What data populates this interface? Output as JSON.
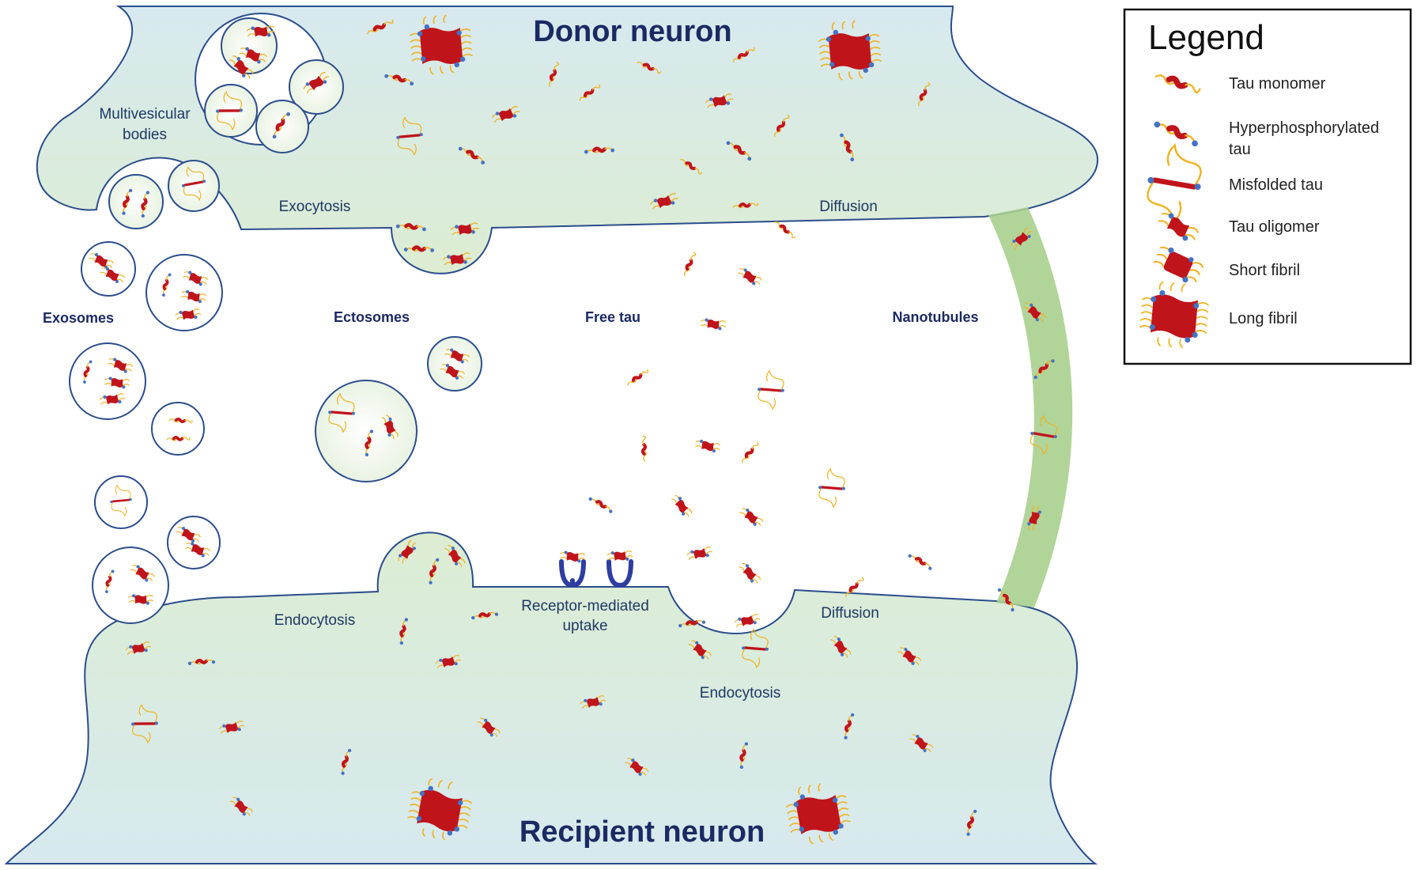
{
  "neurons": {
    "donor": "Donor neuron",
    "recipient": "Recipient neuron"
  },
  "pathways": {
    "exosomes": "Exosomes",
    "ectosomes": "Ectosomes",
    "free_tau": "Free tau",
    "nanotubules": "Nanotubules"
  },
  "processes": {
    "mvb_line1": "Multivesicular",
    "mvb_line2": "bodies",
    "exocytosis": "Exocytosis",
    "diffusion_top": "Diffusion",
    "endocytosis_left": "Endocytosis",
    "receptor_line1": "Receptor-mediated",
    "receptor_line2": "uptake",
    "endocytosis_center": "Endocytosis",
    "diffusion_bottom": "Diffusion"
  },
  "legend": {
    "title": "Legend",
    "items": [
      {
        "label_lines": [
          "Tau monomer"
        ],
        "icon": "tau-monomer"
      },
      {
        "label_lines": [
          "Hyperphosphorylated",
          "tau"
        ],
        "icon": "hyperphosphorylated-tau"
      },
      {
        "label_lines": [
          "Misfolded tau"
        ],
        "icon": "misfolded-tau"
      },
      {
        "label_lines": [
          "Tau oligomer"
        ],
        "icon": "tau-oligomer"
      },
      {
        "label_lines": [
          "Short fibril"
        ],
        "icon": "short-fibril"
      },
      {
        "label_lines": [
          "Long fibril"
        ],
        "icon": "long-fibril"
      }
    ]
  },
  "colors": {
    "cytoplasm": "#dcecd5",
    "membrane": "#2b4d8c",
    "tau_red": "#c0141b",
    "tau_yellow": "#f0b323",
    "phosphate_blue": "#4472c4",
    "nanotube": "#a9cf8e",
    "text_dark": "#1b2a63"
  }
}
